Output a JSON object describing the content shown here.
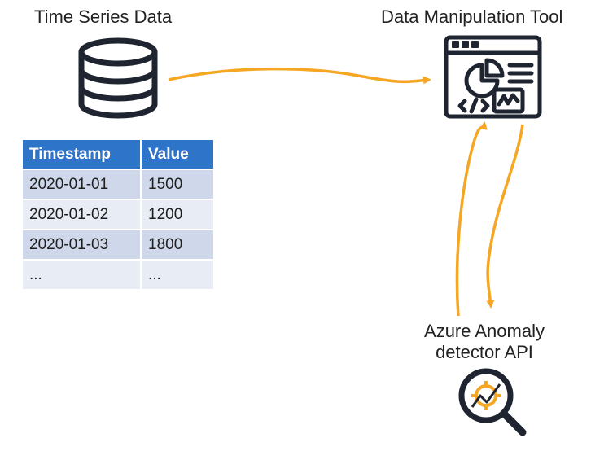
{
  "labels": {
    "time_series": "Time Series Data",
    "manipulation_tool": "Data Manipulation Tool",
    "anomaly_line1": "Azure Anomaly",
    "anomaly_line2": "detector API"
  },
  "table": {
    "headers": [
      "Timestamp",
      "Value"
    ],
    "rows": [
      [
        "2020-01-01",
        "1500"
      ],
      [
        "2020-01-02",
        "1200"
      ],
      [
        "2020-01-03",
        "1800"
      ],
      [
        "...",
        "..."
      ]
    ]
  },
  "colors": {
    "arrow": "#f5a623",
    "header_bg": "#2e74c8",
    "row_odd": "#cfd8ea",
    "row_even": "#e8ecf5",
    "icon_stroke": "#1e2430",
    "target_accent": "#f5a623"
  },
  "icons": {
    "database": "database-icon",
    "tool": "tool-window-icon",
    "anomaly": "magnifier-target-icon"
  }
}
